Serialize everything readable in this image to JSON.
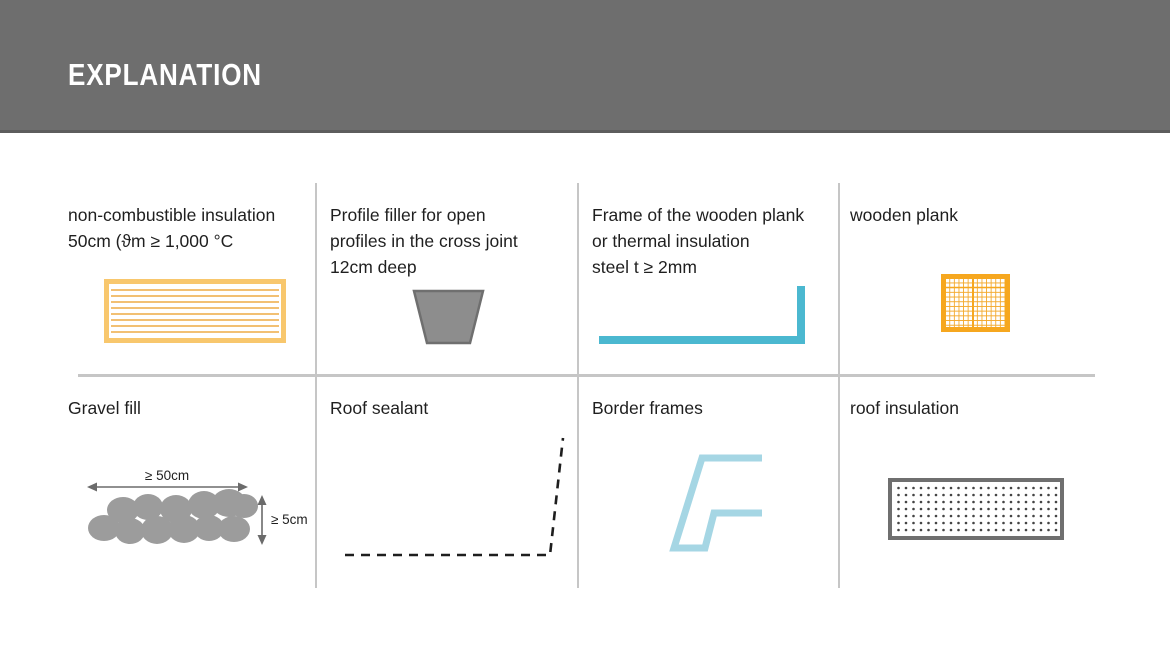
{
  "slide": {
    "title": "EXPLANATION"
  },
  "legend": {
    "cells": [
      {
        "id": "non-combustible-insulation",
        "lines": [
          "non-combustible insulation",
          "50cm (ϑm ≥ 1,000 °C"
        ],
        "symbol": "hatched-rectangle"
      },
      {
        "id": "profile-filler",
        "lines": [
          "Profile filler for open",
          "profiles in the cross joint",
          "12cm deep"
        ],
        "symbol": "gray-trapezoid"
      },
      {
        "id": "steel-frame",
        "lines": [
          "Frame of the wooden plank",
          "or thermal insulation",
          "steel t ≥ 2mm"
        ],
        "symbol": "cyan-angle-profile"
      },
      {
        "id": "wooden-plank",
        "lines": [
          "wooden plank"
        ],
        "symbol": "orange-grid-rectangle"
      },
      {
        "id": "gravel-fill",
        "lines": [
          "Gravel fill"
        ],
        "symbol": "gravel-cluster",
        "width_label": "≥ 50cm",
        "height_label": "≥ 5cm"
      },
      {
        "id": "roof-sealant",
        "lines": [
          "Roof sealant"
        ],
        "symbol": "dashed-line"
      },
      {
        "id": "border-frames",
        "lines": [
          "Border frames"
        ],
        "symbol": "pale-blue-frame-outline"
      },
      {
        "id": "roof-insulation",
        "lines": [
          "roof insulation"
        ],
        "symbol": "dotted-rectangle"
      }
    ]
  },
  "colors": {
    "header_bg": "#6e6e6e",
    "header_edge": "#5d5d5d",
    "title_text": "#ffffff",
    "body_text": "#1f1f1f",
    "divider": "#c6c6c6",
    "insulation_border": "#f8c76d",
    "insulation_hatch": "#eeab45",
    "filler_fill": "#8d8d8d",
    "filler_stroke": "#6f6f6f",
    "steel_frame_cyan": "#4bb8d0",
    "plank_orange": "#f6a71f",
    "plank_grid": "#f3a92d",
    "gravel_gray": "#9c9c9c",
    "dimension_line": "#6b6b6b",
    "sealant_dash": "#1e1e1e",
    "border_frame_blue": "#a5d6e4",
    "roof_insulation_border": "#6f6f6f",
    "roof_insulation_dot": "#444444"
  }
}
